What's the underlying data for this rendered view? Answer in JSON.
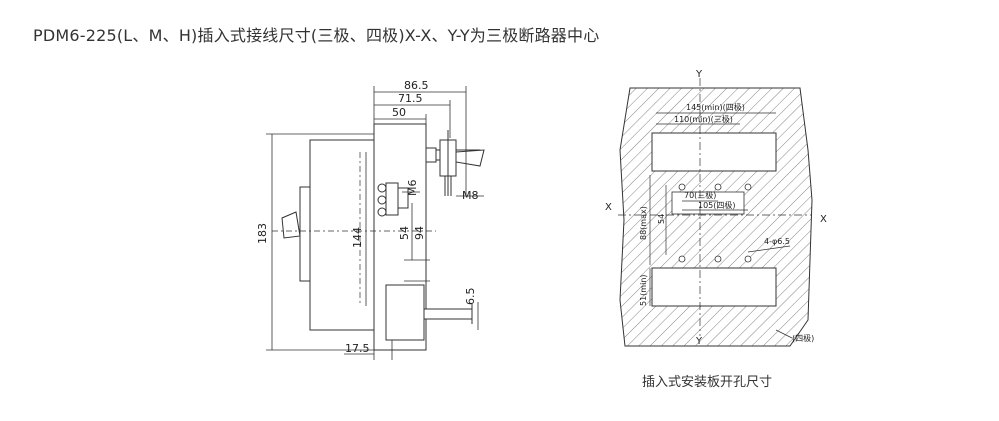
{
  "page": {
    "title": "PDM6-225(L、M、H)插入式接线尺寸(三极、四极)X-X、Y-Y为三极断路器中心",
    "caption": "插入式安装板开孔尺寸"
  },
  "side_view": {
    "dims": {
      "d86_5": "86.5",
      "d71_5": "71.5",
      "d50": "50",
      "m6": "M6",
      "m8": "M8",
      "d183": "183",
      "d144": "144",
      "d54": "54",
      "d94": "94",
      "d6_5": "6.5",
      "d17_5": "17.5"
    }
  },
  "panel_cutout": {
    "axis_y_top": "Y",
    "axis_y_bottom": "Y",
    "axis_x_left": "X",
    "axis_x_right": "X",
    "d145": "145(min)(四极)",
    "d110": "110(min)(三极)",
    "d70": "70(三极)",
    "d105": "105(四极)",
    "d54": "54",
    "d88": "88(max)",
    "d51": "51(min)",
    "holes": "4-φ6.5",
    "four_pole": "(四极)"
  }
}
